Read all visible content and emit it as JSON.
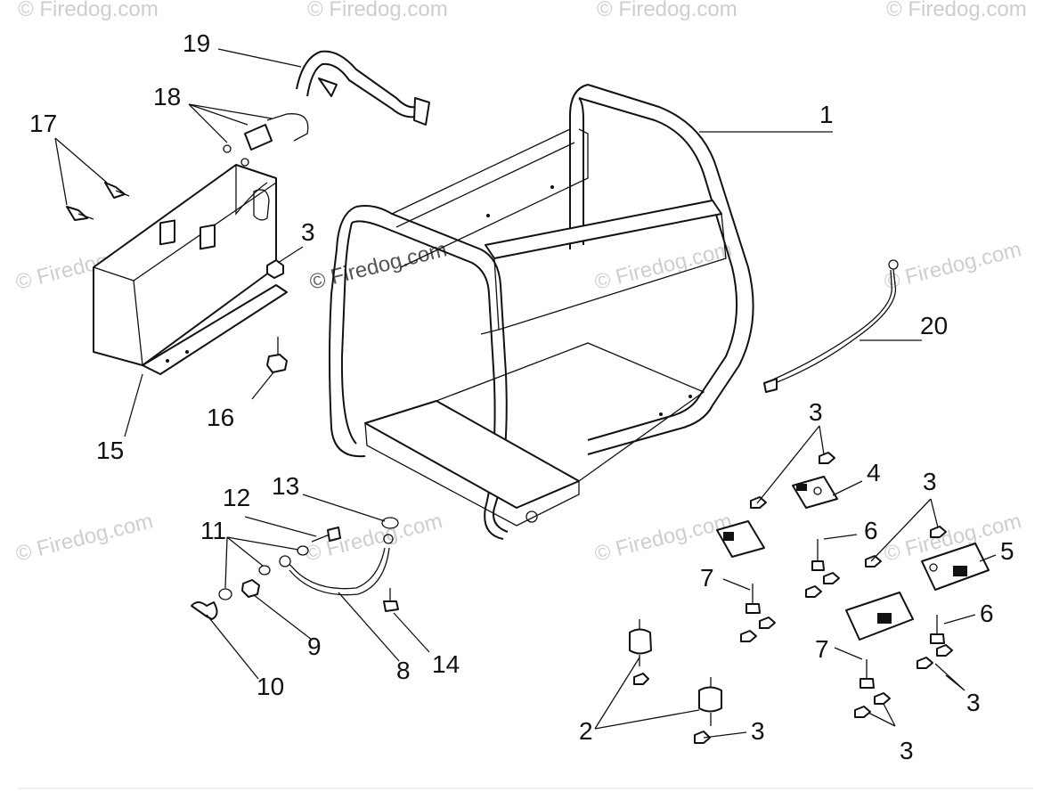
{
  "watermark": "© Firedog.com",
  "labels": {
    "l1": "1",
    "l2": "2",
    "l3a": "3",
    "l3b": "3",
    "l3c": "3",
    "l3d": "3",
    "l3e": "3",
    "l3f": "3",
    "l4": "4",
    "l5": "5",
    "l6a": "6",
    "l6b": "6",
    "l7a": "7",
    "l7b": "7",
    "l8": "8",
    "l9": "9",
    "l10": "10",
    "l11": "11",
    "l12": "12",
    "l13": "13",
    "l14": "14",
    "l15": "15",
    "l16": "16",
    "l17": "17",
    "l18": "18",
    "l19": "19",
    "l20": "20"
  }
}
